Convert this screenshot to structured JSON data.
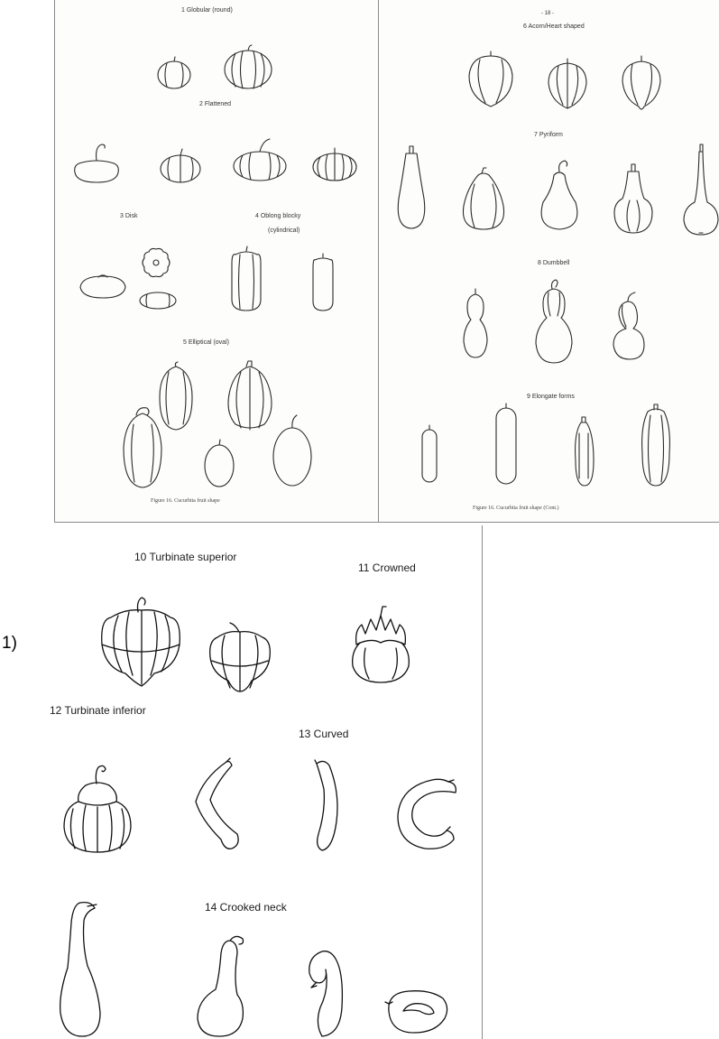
{
  "marker": "1)",
  "panel1": {
    "labels": {
      "s1": "1  Globular (round)",
      "s2": "2  Flattened",
      "s3": "3  Disk",
      "s4a": "4  Oblong blocky",
      "s4b": "(cylindrical)",
      "s5": "5  Elliptical (oval)"
    },
    "caption": "Figure 16.  Cucurbita fruit shape"
  },
  "panel2": {
    "page_num": "- 18 -",
    "labels": {
      "s6": "6  Acorn/Heart shaped",
      "s7": "7  Pyriform",
      "s8": "8  Dumbbell",
      "s9": "9  Elongate forms"
    },
    "caption": "Figure 16.  Cucurbita fruit shape (Cont.)"
  },
  "panel3": {
    "labels": {
      "s10": "10  Turbinate superior",
      "s11": "11  Crowned",
      "s12": "12  Turbinate inferior",
      "s13": "13  Curved",
      "s14": "14  Crooked neck"
    }
  }
}
